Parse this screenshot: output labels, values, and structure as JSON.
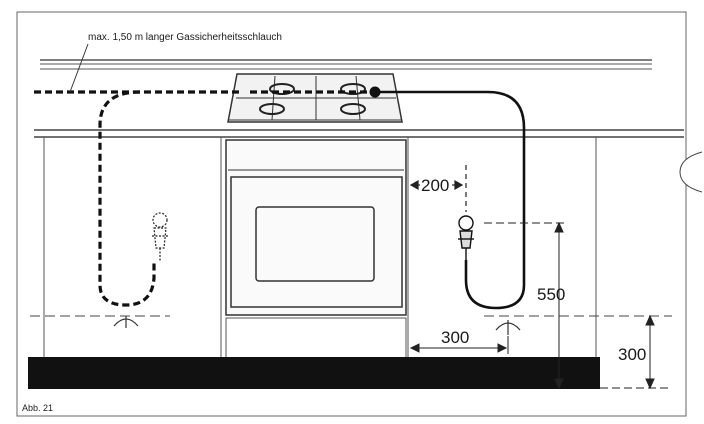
{
  "diagram": {
    "annotation_hose": "max. 1,50 m langer Gassicherheitsschlauch",
    "dim_side_clearance": "200",
    "dim_height_outlet": "550",
    "dim_horizontal": "300",
    "dim_floor_height": "300",
    "figure_caption": "Abb. 21"
  }
}
